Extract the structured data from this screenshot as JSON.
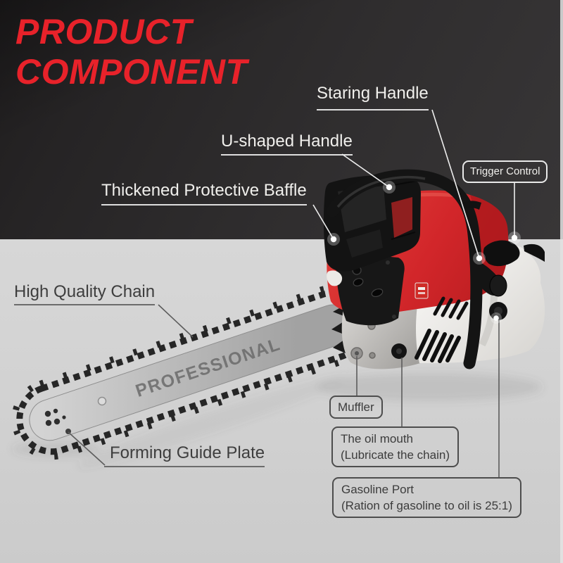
{
  "title": {
    "line1": "PRODUCT",
    "line2": "COMPONENT"
  },
  "callouts": {
    "staring_handle": {
      "label": "Staring Handle"
    },
    "u_shaped_handle": {
      "label": "U-shaped Handle"
    },
    "trigger_control": {
      "label": "Trigger Control"
    },
    "thickened_protective_baffle": {
      "label": "Thickened Protective Baffle"
    },
    "high_quality_chain": {
      "label": "High Quality Chain"
    },
    "forming_guide_plate": {
      "label": "Forming Guide Plate"
    },
    "muffler": {
      "label": "Muffler"
    },
    "oil_mouth": {
      "line1": "The oil mouth",
      "line2": "(Lubricate the chain)"
    },
    "gasoline_port": {
      "line1": "Gasoline Port",
      "line2": "(Ration of gasoline to oil is 25:1)"
    }
  },
  "product": {
    "bar_text": "PROFESSIONAL"
  },
  "colors": {
    "accent_red": "#e8222a",
    "header_bg": "#2e2c2d",
    "stage_bg": "#d6d6d6",
    "light_label": "#f0efec",
    "dark_label": "#3e3e3e",
    "saw_red": "#d2262a",
    "saw_black": "#141414",
    "bar_gray": "#b5b5b5"
  }
}
